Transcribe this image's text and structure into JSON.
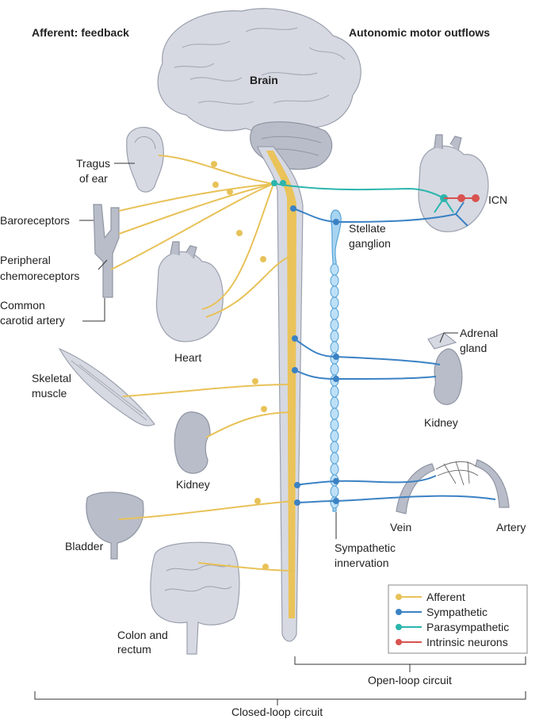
{
  "headers": {
    "left": "Afferent: feedback",
    "right": "Autonomic motor outflows"
  },
  "center": {
    "brain": "Brain"
  },
  "left_labels": {
    "tragus": [
      "Tragus",
      "of ear"
    ],
    "baroreceptors": "Baroreceptors",
    "chemoreceptors": [
      "Peripheral",
      "chemoreceptors"
    ],
    "carotid": [
      "Common",
      "carotid artery"
    ],
    "heart": "Heart",
    "skeletal": [
      "Skeletal",
      "muscle"
    ],
    "kidney": "Kidney",
    "bladder": "Bladder",
    "colon": [
      "Colon and",
      "rectum"
    ]
  },
  "right_labels": {
    "icn": "ICN",
    "stellate": [
      "Stellate",
      "ganglion"
    ],
    "adrenal": [
      "Adrenal",
      "gland"
    ],
    "kidney": "Kidney",
    "vein": "Vein",
    "artery": "Artery",
    "sympathetic_innervation": [
      "Sympathetic",
      "innervation"
    ]
  },
  "legend": {
    "items": [
      {
        "label": "Afferent",
        "color": "#e8c259"
      },
      {
        "label": "Sympathetic",
        "color": "#3b82c4"
      },
      {
        "label": "Parasympathetic",
        "color": "#2bb5ad"
      },
      {
        "label": "Intrinsic neurons",
        "color": "#d9534f"
      }
    ]
  },
  "brackets": {
    "open_loop": "Open-loop circuit",
    "closed_loop": "Closed-loop circuit"
  }
}
